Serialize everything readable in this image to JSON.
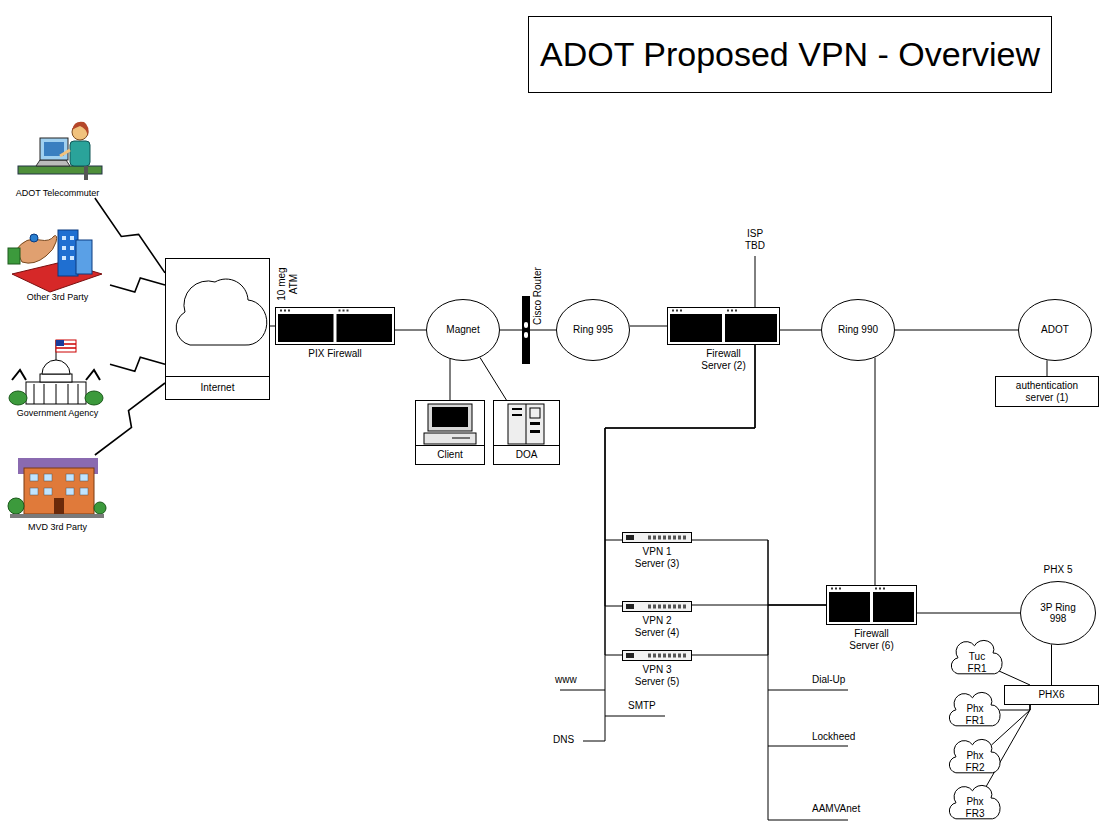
{
  "diagram": {
    "title": "ADOT Proposed VPN - Overview",
    "nodes": [
      {
        "text": [
          "ADOT Telecommuter"
        ]
      },
      {
        "text": [
          "Other 3rd Party"
        ]
      },
      {
        "text": [
          "Government Agency"
        ]
      },
      {
        "text": [
          "MVD 3rd Party"
        ]
      },
      {
        "text": [
          "Internet"
        ]
      },
      {
        "text": [
          "PIX Firewall"
        ]
      },
      {
        "text": [
          "Magnet"
        ]
      },
      {
        "text": [
          "Cisco Router"
        ]
      },
      {
        "text": [
          "Ring 995"
        ]
      },
      {
        "text": [
          "Firewall Server (2)"
        ]
      },
      {
        "text": [
          "Ring 990"
        ]
      },
      {
        "text": [
          "ADOT"
        ]
      },
      {
        "text": [
          "authentication server (1)"
        ]
      },
      {
        "text": [
          "Client"
        ]
      },
      {
        "text": [
          "DOA"
        ]
      },
      {
        "text": [
          "VPN 1 Server (3)"
        ]
      },
      {
        "text": [
          "VPN 2 Server (4)"
        ]
      },
      {
        "text": [
          "VPN 3 Server (5)"
        ]
      },
      {
        "text": [
          "Firewall Server (6)"
        ]
      },
      {
        "text": [
          "PHX 5",
          "3P Ring 998"
        ]
      },
      {
        "text": [
          "Tuc FR1"
        ]
      },
      {
        "text": [
          "PHX6"
        ]
      },
      {
        "text": [
          "Phx FR1"
        ]
      },
      {
        "text": [
          "Phx FR2"
        ]
      },
      {
        "text": [
          "Phx FR3"
        ]
      }
    ],
    "edges": [
      {
        "from": 0,
        "to": 4,
        "arrow": "none"
      },
      {
        "from": 1,
        "to": 4,
        "arrow": "none"
      },
      {
        "from": 2,
        "to": 4,
        "arrow": "none"
      },
      {
        "from": 3,
        "to": 4,
        "arrow": "none"
      },
      {
        "from": 4,
        "to": 5,
        "arrow": "none"
      },
      {
        "from": 5,
        "to": 6,
        "arrow": "none"
      },
      {
        "from": 6,
        "to": 7,
        "arrow": "none"
      },
      {
        "from": 7,
        "to": 8,
        "arrow": "none"
      },
      {
        "from": 8,
        "to": 9,
        "arrow": "none"
      },
      {
        "from": 9,
        "to": 10,
        "arrow": "none"
      },
      {
        "from": 10,
        "to": 11,
        "arrow": "none"
      },
      {
        "from": 11,
        "to": 12,
        "arrow": "none"
      },
      {
        "from": 6,
        "to": 13,
        "arrow": "none"
      },
      {
        "from": 6,
        "to": 14,
        "arrow": "none"
      },
      {
        "from": 9,
        "to": 15,
        "arrow": "none"
      },
      {
        "from": 9,
        "to": 16,
        "arrow": "none"
      },
      {
        "from": 9,
        "to": 17,
        "arrow": "none"
      },
      {
        "from": 15,
        "to": 18,
        "arrow": "none"
      },
      {
        "from": 16,
        "to": 18,
        "arrow": "none"
      },
      {
        "from": 17,
        "to": 18,
        "arrow": "none"
      },
      {
        "from": 10,
        "to": 18,
        "arrow": "none"
      },
      {
        "from": 18,
        "to": 19,
        "arrow": "none"
      },
      {
        "from": 19,
        "to": 21,
        "arrow": "none"
      },
      {
        "from": 20,
        "to": 21,
        "arrow": "none"
      },
      {
        "from": 21,
        "to": 22,
        "arrow": "none"
      },
      {
        "from": 21,
        "to": 23,
        "arrow": "none"
      },
      {
        "from": 21,
        "to": 24,
        "arrow": "none"
      }
    ],
    "labels": [
      "10 meg ATM",
      "ISP TBD",
      "www",
      "SMTP",
      "DNS",
      "Dial-Up",
      "Lockheed",
      "AAMVAnet"
    ]
  }
}
